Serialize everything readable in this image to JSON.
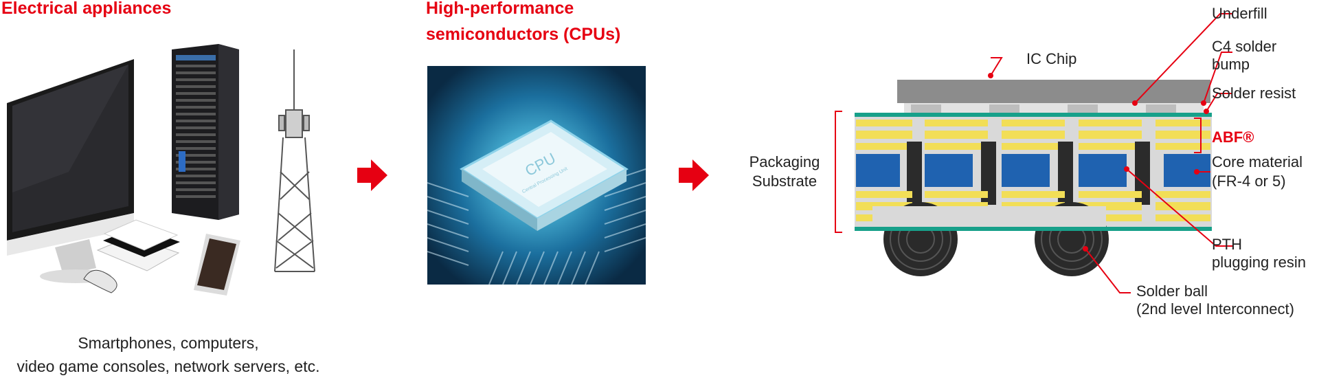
{
  "sections": {
    "appliances": {
      "title": "Electrical appliances",
      "caption_line1": "Smartphones, computers,",
      "caption_line2": "video game consoles, network servers, etc."
    },
    "cpu": {
      "title_line1": "High-performance",
      "title_line2": "semiconductors (CPUs)",
      "chip_text": "CPU",
      "chip_subtext": "Central Processing Unit"
    }
  },
  "diagram": {
    "labels": {
      "ic_chip": "IC Chip",
      "underfill": "Underfill",
      "c4_line1": "C4 solder",
      "c4_line2": "bump",
      "solder_resist": "Solder resist",
      "abf": "ABF®",
      "core_line1": "Core material",
      "core_line2": "(FR-4 or 5)",
      "pth_line1": "PTH",
      "pth_line2": "plugging resin",
      "ball_line1": "Solder ball",
      "ball_line2": "(2nd level Interconnect)",
      "packaging_line1": "Packaging",
      "packaging_line2": "Substrate"
    },
    "colors": {
      "accent": "#e60012",
      "chip": "#8c8c8c",
      "abf_yellow": "#f2de57",
      "core_blue": "#1f62b0",
      "resist_green": "#17a08a",
      "pth_dark": "#2b2b2b",
      "substrate_gray": "#d9d9d9"
    }
  }
}
